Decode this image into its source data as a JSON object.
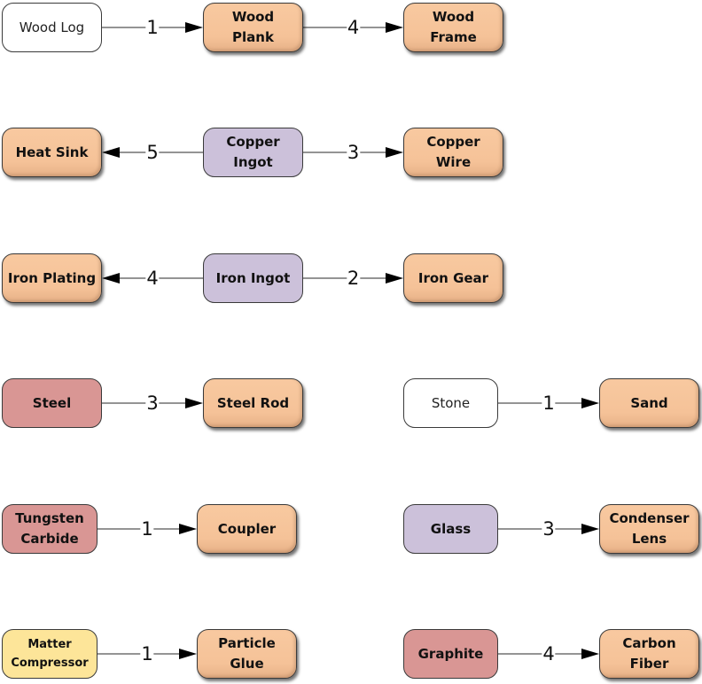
{
  "diagram": {
    "colors": {
      "raw": "#ffffff",
      "product": "#f8c9a0",
      "ingot": "#ccc1da",
      "alloy": "#d99694",
      "machine": "#fde599",
      "edge": "#000000"
    },
    "nodes": [
      {
        "id": "wood-log",
        "lines": [
          "Wood Log"
        ],
        "kind": "raw"
      },
      {
        "id": "wood-plank",
        "lines": [
          "Wood",
          "Plank"
        ],
        "kind": "product"
      },
      {
        "id": "wood-frame",
        "lines": [
          "Wood",
          "Frame"
        ],
        "kind": "product"
      },
      {
        "id": "heat-sink",
        "lines": [
          "Heat Sink"
        ],
        "kind": "product"
      },
      {
        "id": "copper-ingot",
        "lines": [
          "Copper",
          "Ingot"
        ],
        "kind": "ingot"
      },
      {
        "id": "copper-wire",
        "lines": [
          "Copper",
          "Wire"
        ],
        "kind": "product"
      },
      {
        "id": "iron-plating",
        "lines": [
          "Iron Plating"
        ],
        "kind": "product"
      },
      {
        "id": "iron-ingot",
        "lines": [
          "Iron Ingot"
        ],
        "kind": "ingot"
      },
      {
        "id": "iron-gear",
        "lines": [
          "Iron Gear"
        ],
        "kind": "product"
      },
      {
        "id": "steel",
        "lines": [
          "Steel"
        ],
        "kind": "alloy"
      },
      {
        "id": "steel-rod",
        "lines": [
          "Steel Rod"
        ],
        "kind": "product"
      },
      {
        "id": "stone",
        "lines": [
          "Stone"
        ],
        "kind": "raw"
      },
      {
        "id": "sand",
        "lines": [
          "Sand"
        ],
        "kind": "product"
      },
      {
        "id": "tungsten-carbide",
        "lines": [
          "Tungsten",
          "Carbide"
        ],
        "kind": "alloy"
      },
      {
        "id": "coupler",
        "lines": [
          "Coupler"
        ],
        "kind": "product"
      },
      {
        "id": "glass",
        "lines": [
          "Glass"
        ],
        "kind": "ingot"
      },
      {
        "id": "condenser-lens",
        "lines": [
          "Condenser",
          "Lens"
        ],
        "kind": "product"
      },
      {
        "id": "matter-compressor",
        "lines": [
          "Matter",
          "Compressor"
        ],
        "kind": "machine"
      },
      {
        "id": "particle-glue",
        "lines": [
          "Particle",
          "Glue"
        ],
        "kind": "product"
      },
      {
        "id": "graphite",
        "lines": [
          "Graphite"
        ],
        "kind": "alloy"
      },
      {
        "id": "carbon-fiber",
        "lines": [
          "Carbon",
          "Fiber"
        ],
        "kind": "product"
      }
    ],
    "edges": [
      {
        "from": "wood-log",
        "to": "wood-plank",
        "label": "1"
      },
      {
        "from": "wood-plank",
        "to": "wood-frame",
        "label": "4"
      },
      {
        "from": "copper-ingot",
        "to": "heat-sink",
        "label": "5"
      },
      {
        "from": "copper-ingot",
        "to": "copper-wire",
        "label": "3"
      },
      {
        "from": "iron-ingot",
        "to": "iron-plating",
        "label": "4"
      },
      {
        "from": "iron-ingot",
        "to": "iron-gear",
        "label": "2"
      },
      {
        "from": "steel",
        "to": "steel-rod",
        "label": "3"
      },
      {
        "from": "stone",
        "to": "sand",
        "label": "1"
      },
      {
        "from": "tungsten-carbide",
        "to": "coupler",
        "label": "1"
      },
      {
        "from": "glass",
        "to": "condenser-lens",
        "label": "3"
      },
      {
        "from": "matter-compressor",
        "to": "particle-glue",
        "label": "1"
      },
      {
        "from": "graphite",
        "to": "carbon-fiber",
        "label": "4"
      }
    ]
  }
}
